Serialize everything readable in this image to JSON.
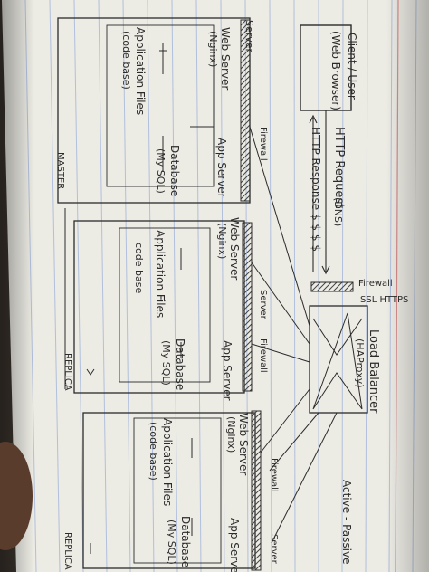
{
  "notebook": {
    "colors": {
      "paper": "#ecebe6",
      "rule": "#9ab0d6",
      "margin": "#d98a8a",
      "ink": "#2b2b2b",
      "hatch": "#444444"
    }
  },
  "diagram": {
    "client": {
      "line1": "Client / User",
      "line2": "(Web Browser)"
    },
    "request": {
      "label": "HTTP Request",
      "dns": "(DNS)"
    },
    "response": {
      "label": "HTTP Response $ $ $ $"
    },
    "firewall_top": "Firewall",
    "ssl": "SSL HTTPS",
    "load_balancer": {
      "line1": "Load Balancer",
      "line2": "(HAProxy)",
      "mode": "Active - Passive"
    },
    "servers": [
      {
        "title": "Server",
        "web": "Web Server",
        "web_sub": "(Nginx)",
        "app": "App Server",
        "db": "Database",
        "db_sub": "(My SQL)",
        "files": "Application Files",
        "files_sub": "(code base)",
        "firewall": "Firewall",
        "role": "MASTER"
      },
      {
        "title": "Server",
        "web": "Web Server",
        "web_sub": "(Nginx)",
        "app": "App Server",
        "db": "Database",
        "db_sub": "(My SQL)",
        "files": "Application Files",
        "files_sub": "code base",
        "firewall": "Firewall",
        "role": "REPLICA"
      },
      {
        "title": "Server",
        "web": "Web Server",
        "web_sub": "(Nginx)",
        "app": "App Server",
        "db": "Database",
        "db_sub": "(My SQL)",
        "files": "Application Files",
        "files_sub": "(code base)",
        "firewall": "Firewall",
        "role": "REPLICA"
      }
    ]
  }
}
